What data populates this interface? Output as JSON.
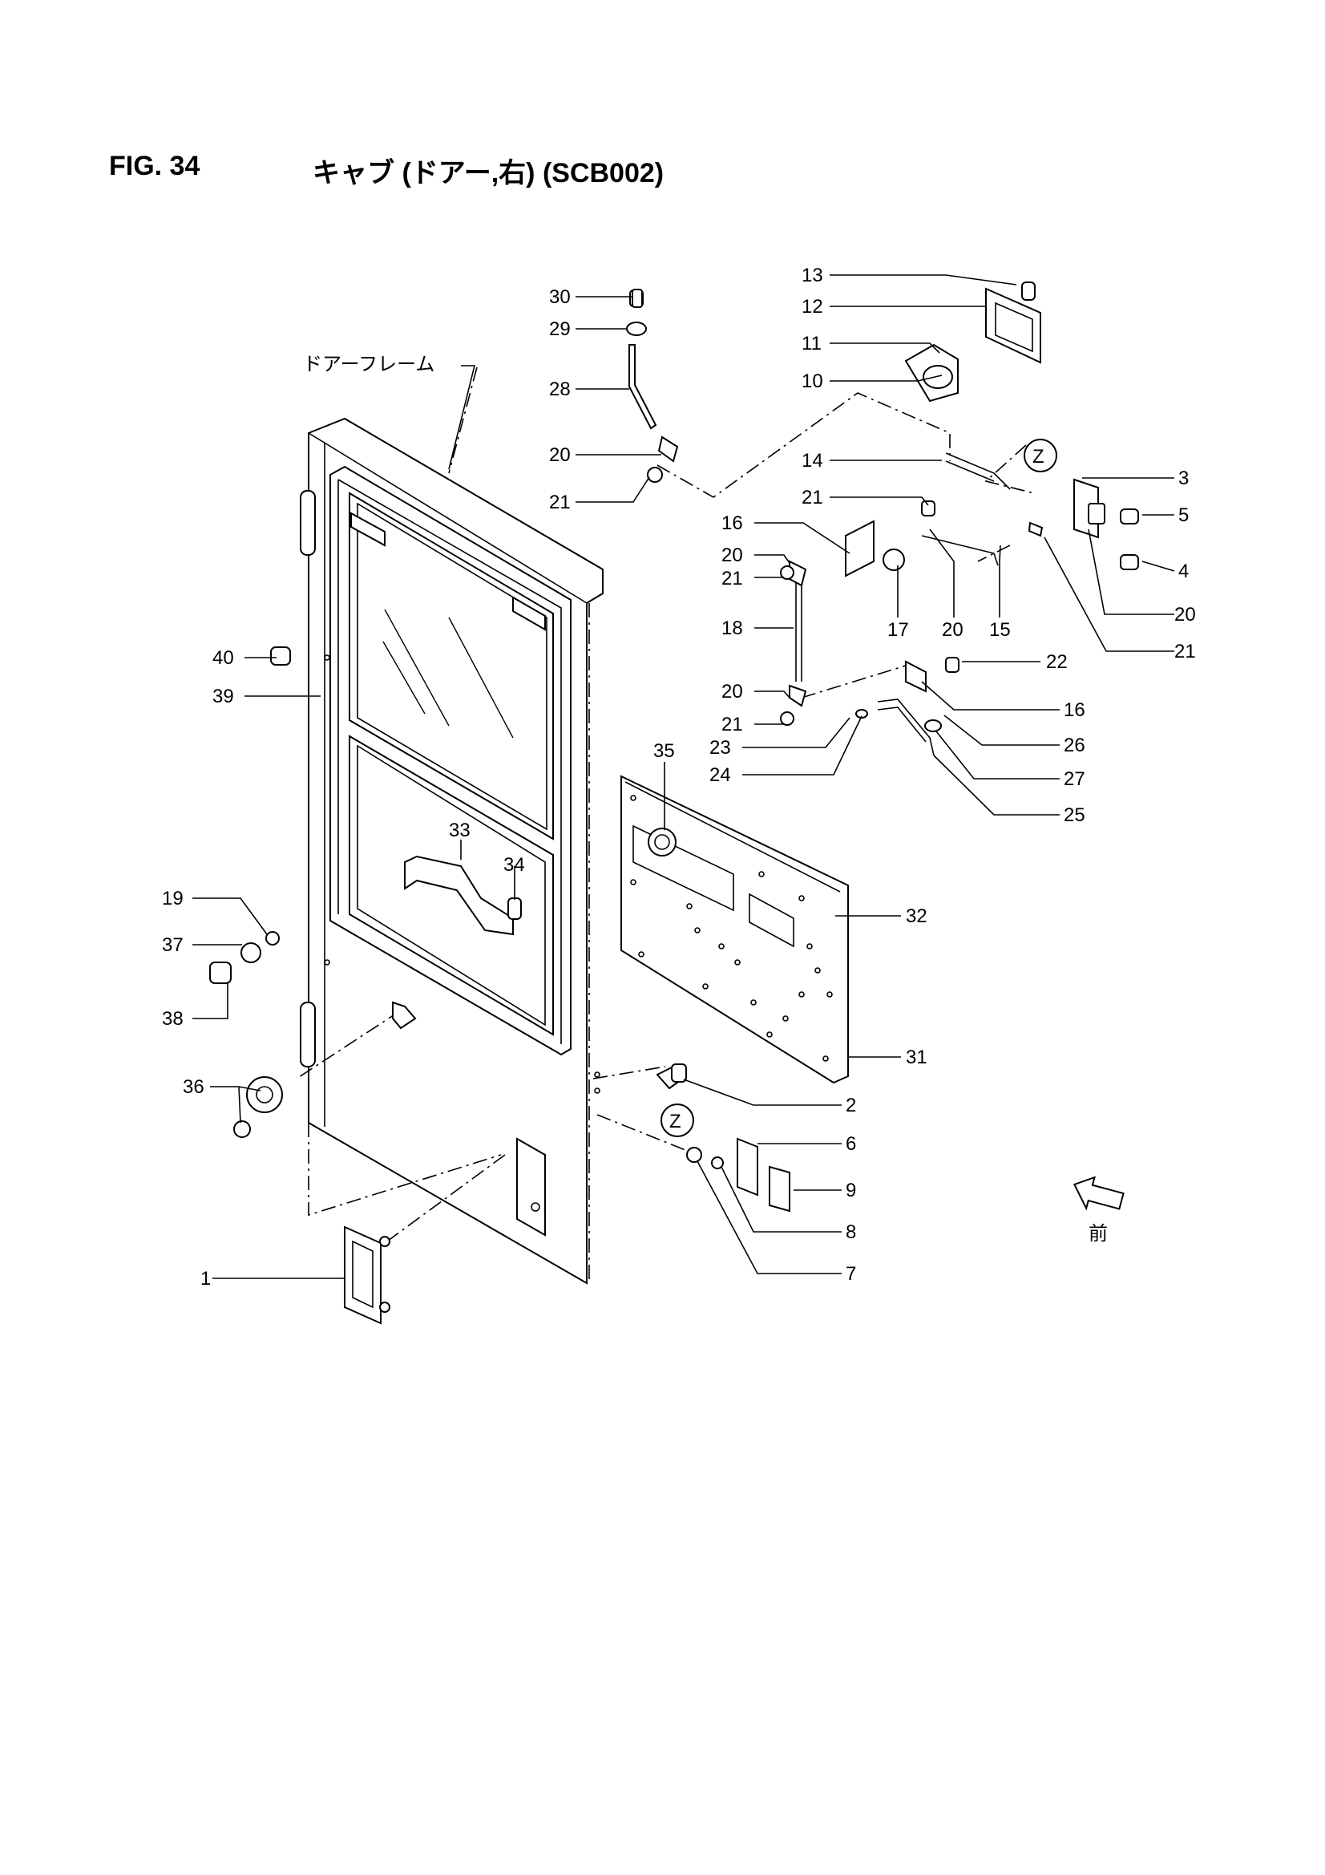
{
  "figure": {
    "number": "FIG. 34",
    "title": "キャブ (ドアー,右) (SCB002)"
  },
  "annotations": {
    "door_frame": "ドアーフレーム",
    "front": "前",
    "view_marker": "Z"
  },
  "callouts": {
    "c1": "1",
    "c2": "2",
    "c3": "3",
    "c4": "4",
    "c5": "5",
    "c6": "6",
    "c7": "7",
    "c8": "8",
    "c9": "9",
    "c10": "10",
    "c11": "11",
    "c12": "12",
    "c13": "13",
    "c14": "14",
    "c15": "15",
    "c16a": "16",
    "c16b": "16",
    "c17": "17",
    "c18": "18",
    "c20a": "20",
    "c20b": "20",
    "c20c": "20",
    "c20d": "20",
    "c20e": "20",
    "c21a": "21",
    "c21b": "21",
    "c21c": "21",
    "c21d": "21",
    "c21e": "21",
    "c22": "22",
    "c23": "23",
    "c24": "24",
    "c25": "25",
    "c26": "26",
    "c27": "27",
    "c28": "28",
    "c29": "29",
    "c30": "30",
    "c31": "31",
    "c32": "32",
    "c33": "33",
    "c34": "34",
    "c35": "35",
    "c36": "36",
    "c37": "37",
    "c38": "38",
    "c19": "19",
    "c39": "39",
    "c40": "40"
  }
}
